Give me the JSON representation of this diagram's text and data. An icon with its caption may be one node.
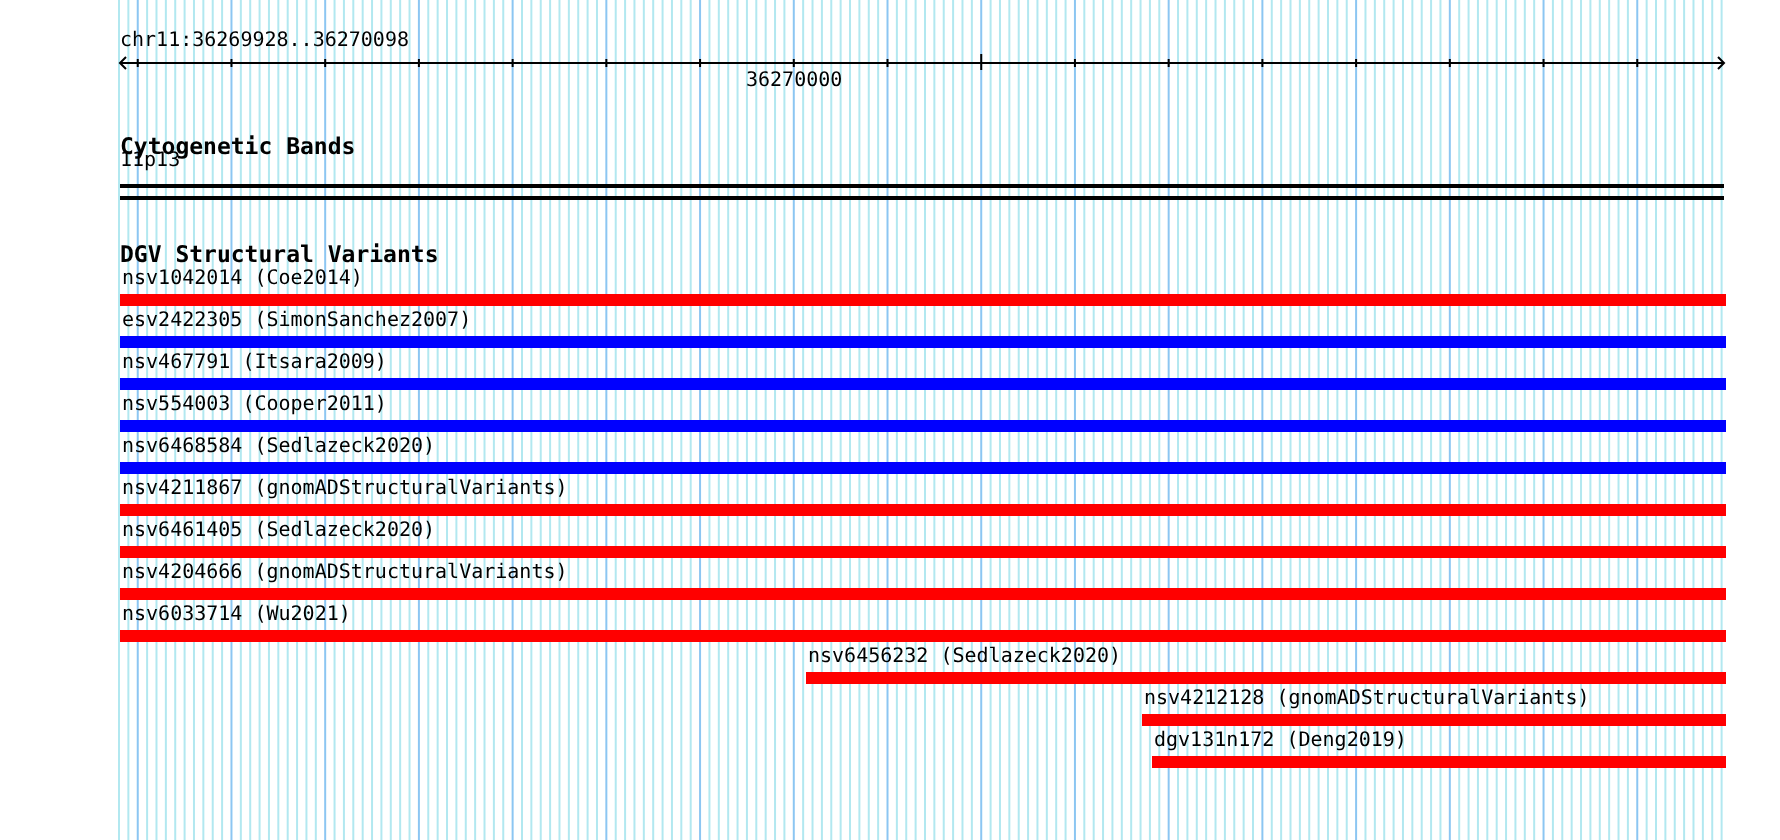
{
  "diagram": {
    "nodes": [
      {
        "text": [
          "11p13"
        ]
      },
      {
        "text": [
          "nsv1042014 (Coe2014)"
        ]
      },
      {
        "text": [
          "esv2422305 (SimonSanchez2007)"
        ]
      },
      {
        "text": [
          "nsv467791 (Itsara2009)"
        ]
      },
      {
        "text": [
          "nsv554003 (Cooper2011)"
        ]
      },
      {
        "text": [
          "nsv6468584 (Sedlazeck2020)"
        ]
      },
      {
        "text": [
          "nsv4211867 (gnomADStructuralVariants)"
        ]
      },
      {
        "text": [
          "nsv6461405 (Sedlazeck2020)"
        ]
      },
      {
        "text": [
          "nsv4204666 (gnomADStructuralVariants)"
        ]
      },
      {
        "text": [
          "nsv6033714 (Wu2021)"
        ]
      },
      {
        "text": [
          "nsv6456232 (Sedlazeck2020)"
        ]
      },
      {
        "text": [
          "nsv4212128 (gnomADStructuralVariants)"
        ]
      },
      {
        "text": [
          "dgv131n172 (Deng2019)"
        ]
      }
    ],
    "labels": [
      "chr11:36269928..36270098",
      "36270000",
      "Cytogenetic Bands",
      "DGV Structural Variants"
    ]
  }
}
